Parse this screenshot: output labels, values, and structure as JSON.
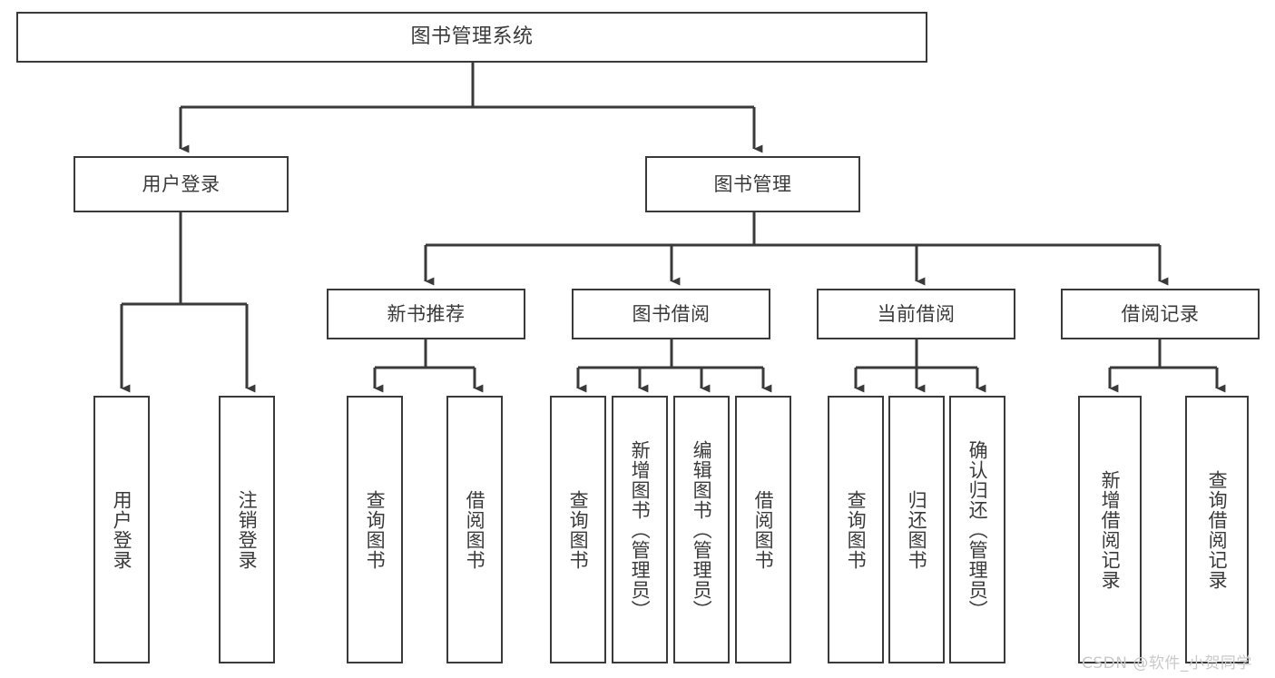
{
  "diagram": {
    "title": "图书管理系统",
    "type": "hierarchy-tree",
    "line_color": "#3a3a3a",
    "box_fill": "#ffffff",
    "text_color": "#3a3a3a",
    "watermark": "CSDN @软件_小贺同学",
    "watermark_color": "#c9c9c9",
    "nodes": {
      "root": {
        "label": "图书管理系统"
      },
      "level2": [
        {
          "label": "用户登录"
        },
        {
          "label": "图书管理"
        }
      ],
      "level3": [
        {
          "label": "新书推荐"
        },
        {
          "label": "图书借阅"
        },
        {
          "label": "当前借阅"
        },
        {
          "label": "借阅记录"
        }
      ],
      "leaves": {
        "user_login": [
          {
            "label": "用户登录"
          },
          {
            "label": "注销登录"
          }
        ],
        "new_book_recommend": [
          {
            "label": "查询图书"
          },
          {
            "label": "借阅图书"
          }
        ],
        "book_borrow": [
          {
            "label": "查询图书"
          },
          {
            "label": "新增图书（管理员）"
          },
          {
            "label": "编辑图书（管理员）"
          },
          {
            "label": "借阅图书"
          }
        ],
        "current_borrow": [
          {
            "label": "查询图书"
          },
          {
            "label": "归还图书"
          },
          {
            "label": "确认归还（管理员）"
          }
        ],
        "borrow_record": [
          {
            "label": "新增借阅记录"
          },
          {
            "label": "查询借阅记录"
          }
        ]
      }
    }
  }
}
